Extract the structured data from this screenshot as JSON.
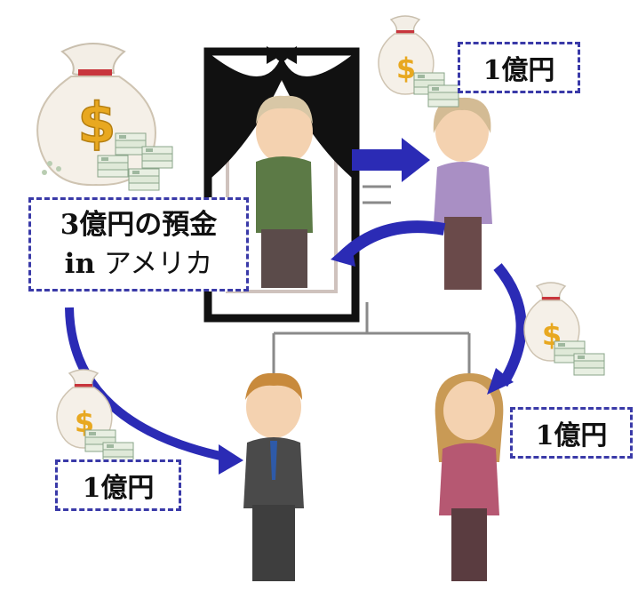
{
  "deposit": {
    "line1": "3億円の預金",
    "line2_bold": "in",
    "line2_rest": " アメリカ"
  },
  "amounts": {
    "spouse": "1億円",
    "daughter": "1億円",
    "son": "1億円"
  },
  "icons": {
    "money": "money-bag-icon",
    "estate_currency_symbol": "$"
  },
  "colors": {
    "arrow": "#2b2bb5",
    "box_border": "#3a3aa8",
    "frame": "#111111",
    "line": "#8a8a8a"
  }
}
